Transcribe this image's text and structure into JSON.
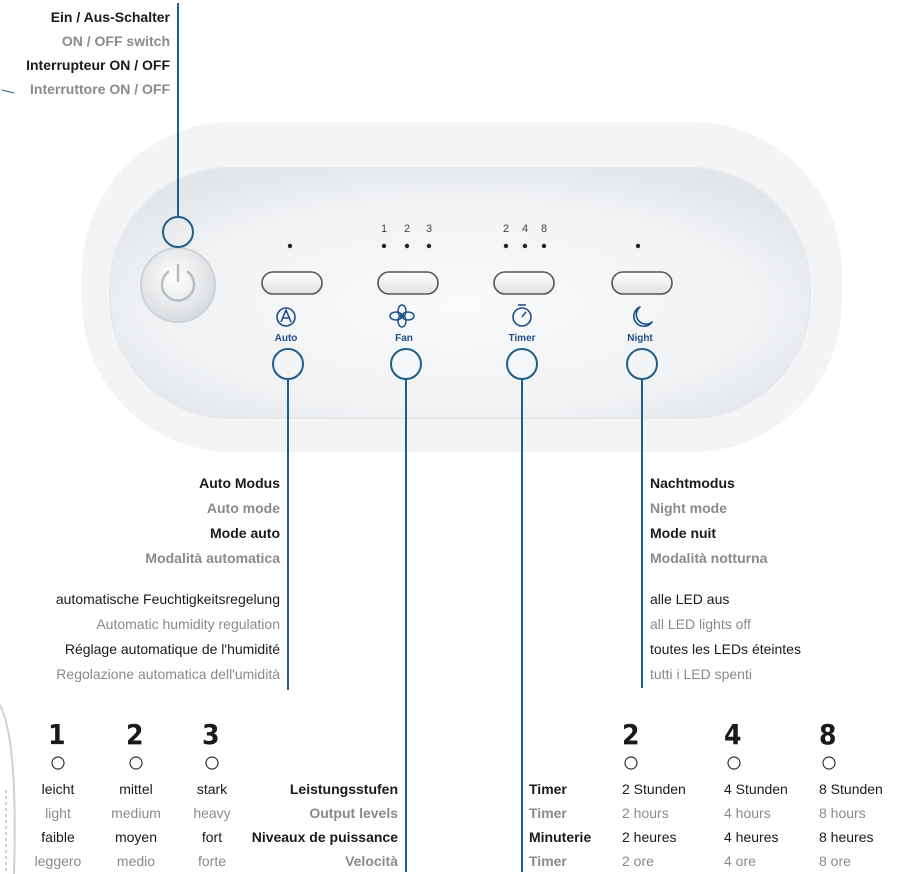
{
  "power": {
    "labels": [
      "Ein / Aus-Schalter",
      "ON / OFF switch",
      "Interrupteur ON / OFF",
      "Interruttore ON / OFF"
    ]
  },
  "panel_buttons": {
    "auto": "Auto",
    "fan": "Fan",
    "timer": "Timer",
    "night": "Night",
    "fan_levels": [
      "1",
      "2",
      "3"
    ],
    "timer_levels": [
      "2",
      "4",
      "8"
    ]
  },
  "auto_mode": {
    "titles": [
      "Auto Modus",
      "Auto mode",
      "Mode auto",
      "Modalità automatica"
    ],
    "desc": [
      "automatische Feuchtigkeitsregelung",
      "Automatic humidity regulation",
      "Réglage automatique de l'humidité",
      "Regolazione automatica dell'umidità"
    ]
  },
  "night_mode": {
    "titles": [
      "Nachtmodus",
      "Night mode",
      "Mode nuit",
      "Modalità notturna"
    ],
    "desc": [
      "alle LED aus",
      "all LED lights off",
      "toutes les LEDs éteintes",
      "tutti i LED spenti"
    ]
  },
  "fan_levels": {
    "levels": [
      {
        "number": "1",
        "lines": [
          "leicht",
          "light",
          "faible",
          "leggero"
        ]
      },
      {
        "number": "2",
        "lines": [
          "mittel",
          "medium",
          "moyen",
          "medio"
        ]
      },
      {
        "number": "3",
        "lines": [
          "stark",
          "heavy",
          "fort",
          "forte"
        ]
      }
    ],
    "titles": [
      "Leistungsstufen",
      "Output levels",
      "Niveaux de puissance",
      "Velocità"
    ]
  },
  "timer": {
    "titles": [
      "Timer",
      "Timer",
      "Minuterie",
      "Timer"
    ],
    "levels": [
      {
        "number": "2",
        "lines": [
          "2 Stunden",
          "2 hours",
          "2 heures",
          "2 ore"
        ]
      },
      {
        "number": "4",
        "lines": [
          "4 Stunden",
          "4 hours",
          "4 heures",
          "4 ore"
        ]
      },
      {
        "number": "8",
        "lines": [
          "8 Stunden",
          "8 hours",
          "8 heures",
          "8 ore"
        ]
      }
    ]
  },
  "colors": {
    "accent_line": "#1f5f8b",
    "panel": "#eef0f2",
    "text_dark": "#1a1a1a",
    "text_grey": "#8a8a8a"
  }
}
